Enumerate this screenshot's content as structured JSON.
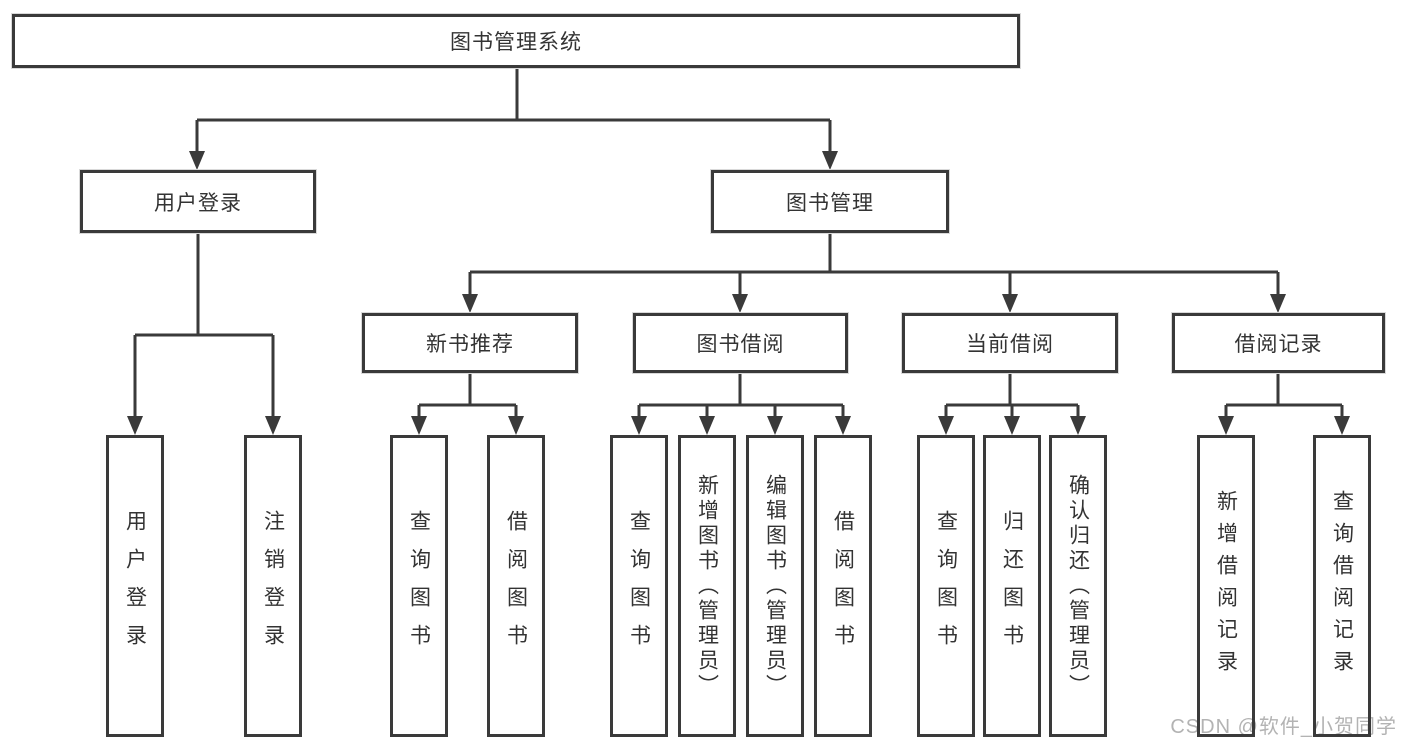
{
  "tree": {
    "root": {
      "label": "图书管理系统"
    },
    "branches": [
      {
        "label": "用户登录",
        "children": [
          "用户登录",
          "注销登录"
        ]
      },
      {
        "label": "图书管理",
        "children": [
          {
            "label": "新书推荐",
            "children": [
              "查询图书",
              "借阅图书"
            ]
          },
          {
            "label": "图书借阅",
            "children": [
              "查询图书",
              "新增图书（管理员）",
              "编辑图书（管理员）",
              "借阅图书"
            ]
          },
          {
            "label": "当前借阅",
            "children": [
              "查询图书",
              "归还图书",
              "确认归还（管理员）"
            ]
          },
          {
            "label": "借阅记录",
            "children": [
              "新增借阅记录",
              "查询借阅记录"
            ]
          }
        ]
      }
    ]
  },
  "watermark": "CSDN @软件_小贺同学",
  "colors": {
    "line": "#3a3a3a",
    "text": "#333333",
    "watermark": "#b3b3b3",
    "background": "#ffffff"
  }
}
